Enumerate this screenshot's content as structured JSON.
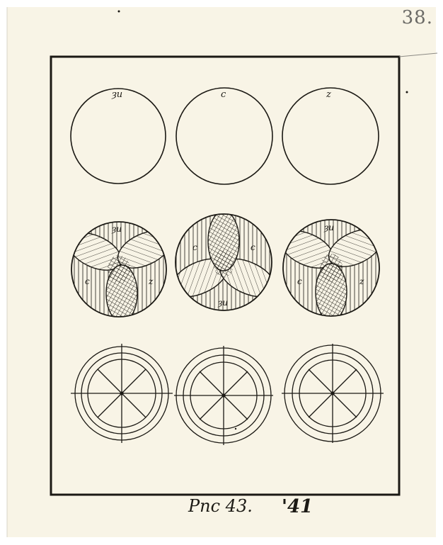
{
  "sheet": {
    "page_number": "38.",
    "caption": "Pnc 43.",
    "year": "'41"
  },
  "top_row": {
    "labels": [
      "ȝu",
      "c",
      "z"
    ]
  },
  "middle_row": {
    "left_disc_labels": [
      "ȝu",
      "c",
      "z"
    ],
    "center_disc_labels": [
      "c",
      "c",
      "ȝu"
    ],
    "right_disc_labels": [
      "ȝu",
      "c",
      "z"
    ]
  },
  "colors": {
    "paper": "#f8f4e6",
    "ink": "#1b1914",
    "pencil": "#6b6a66"
  }
}
